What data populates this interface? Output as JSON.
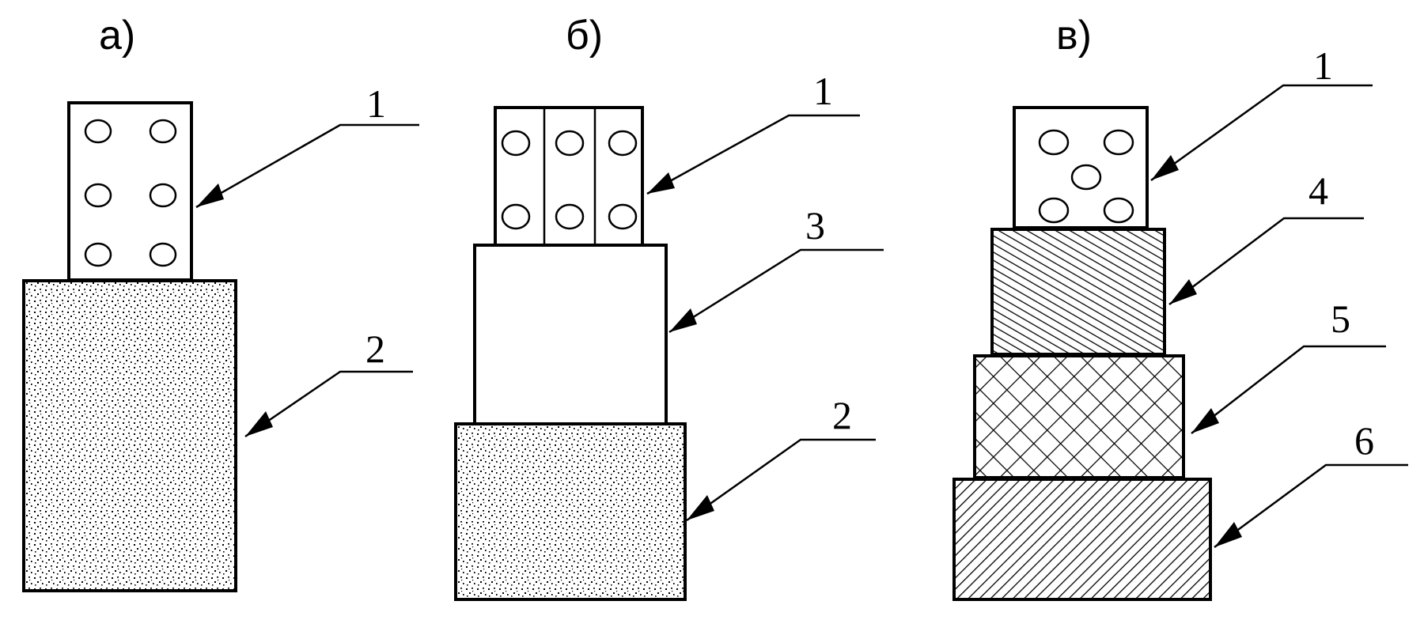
{
  "panels": [
    {
      "label": "а)",
      "callouts": [
        "1",
        "2"
      ]
    },
    {
      "label": "б)",
      "callouts": [
        "1",
        "3",
        "2"
      ]
    },
    {
      "label": "в)",
      "callouts": [
        "1",
        "4",
        "5",
        "6"
      ]
    }
  ],
  "colors": {
    "stroke": "#000000",
    "background": "#ffffff"
  }
}
